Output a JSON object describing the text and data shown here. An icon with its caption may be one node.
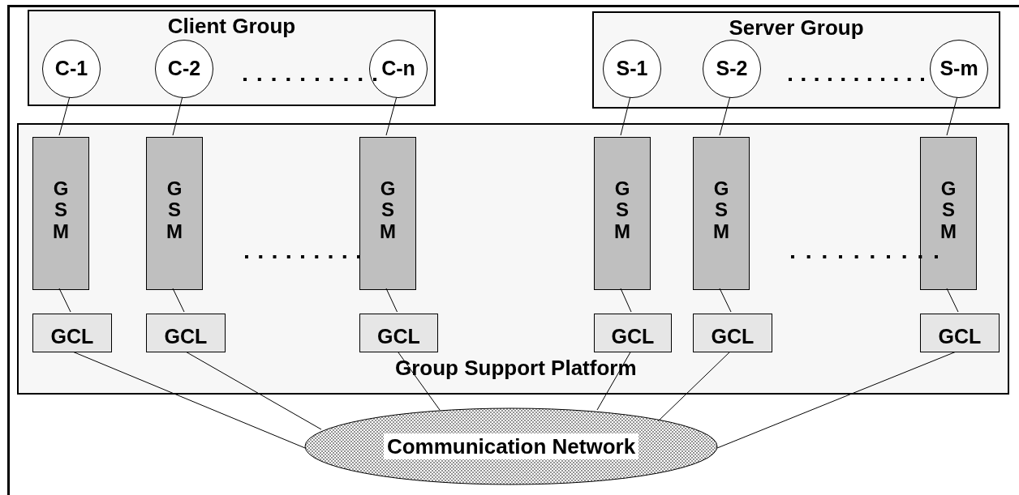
{
  "diagram": {
    "nodes": [
      {
        "text": [
          "Client Group"
        ]
      },
      {
        "text": [
          "C-1"
        ],
        "in": 0
      },
      {
        "text": [
          "C-2"
        ],
        "in": 0
      },
      {
        "text": [
          "C-n"
        ],
        "in": 0
      },
      {
        "text": [
          "Server Group"
        ]
      },
      {
        "text": [
          "S-1"
        ],
        "in": 4
      },
      {
        "text": [
          "S-2"
        ],
        "in": 4
      },
      {
        "text": [
          "S-m"
        ],
        "in": 4
      },
      {
        "text": [
          "Group Support Platform"
        ]
      },
      {
        "text": [
          "GSM"
        ],
        "in": 8
      },
      {
        "text": [
          "GSM"
        ],
        "in": 8
      },
      {
        "text": [
          "GSM"
        ],
        "in": 8
      },
      {
        "text": [
          "GSM"
        ],
        "in": 8
      },
      {
        "text": [
          "GSM"
        ],
        "in": 8
      },
      {
        "text": [
          "GSM"
        ],
        "in": 8
      },
      {
        "text": [
          "GCL"
        ],
        "in": 8
      },
      {
        "text": [
          "GCL"
        ],
        "in": 8
      },
      {
        "text": [
          "GCL"
        ],
        "in": 8
      },
      {
        "text": [
          "GCL"
        ],
        "in": 8
      },
      {
        "text": [
          "GCL"
        ],
        "in": 8
      },
      {
        "text": [
          "GCL"
        ],
        "in": 8
      },
      {
        "text": [
          "Communication Network"
        ]
      }
    ],
    "edges": [
      {
        "from": 1,
        "to": 9,
        "arrow": "none"
      },
      {
        "from": 2,
        "to": 10,
        "arrow": "none"
      },
      {
        "from": 3,
        "to": 11,
        "arrow": "none"
      },
      {
        "from": 5,
        "to": 12,
        "arrow": "none"
      },
      {
        "from": 6,
        "to": 13,
        "arrow": "none"
      },
      {
        "from": 7,
        "to": 14,
        "arrow": "none"
      },
      {
        "from": 9,
        "to": 15,
        "arrow": "none"
      },
      {
        "from": 10,
        "to": 16,
        "arrow": "none"
      },
      {
        "from": 11,
        "to": 17,
        "arrow": "none"
      },
      {
        "from": 12,
        "to": 18,
        "arrow": "none"
      },
      {
        "from": 13,
        "to": 19,
        "arrow": "none"
      },
      {
        "from": 14,
        "to": 20,
        "arrow": "none"
      },
      {
        "from": 15,
        "to": 21,
        "arrow": "none"
      },
      {
        "from": 16,
        "to": 21,
        "arrow": "none"
      },
      {
        "from": 17,
        "to": 21,
        "arrow": "none"
      },
      {
        "from": 18,
        "to": 21,
        "arrow": "none"
      },
      {
        "from": 19,
        "to": 21,
        "arrow": "none"
      },
      {
        "from": 20,
        "to": 21,
        "arrow": "none"
      }
    ]
  }
}
